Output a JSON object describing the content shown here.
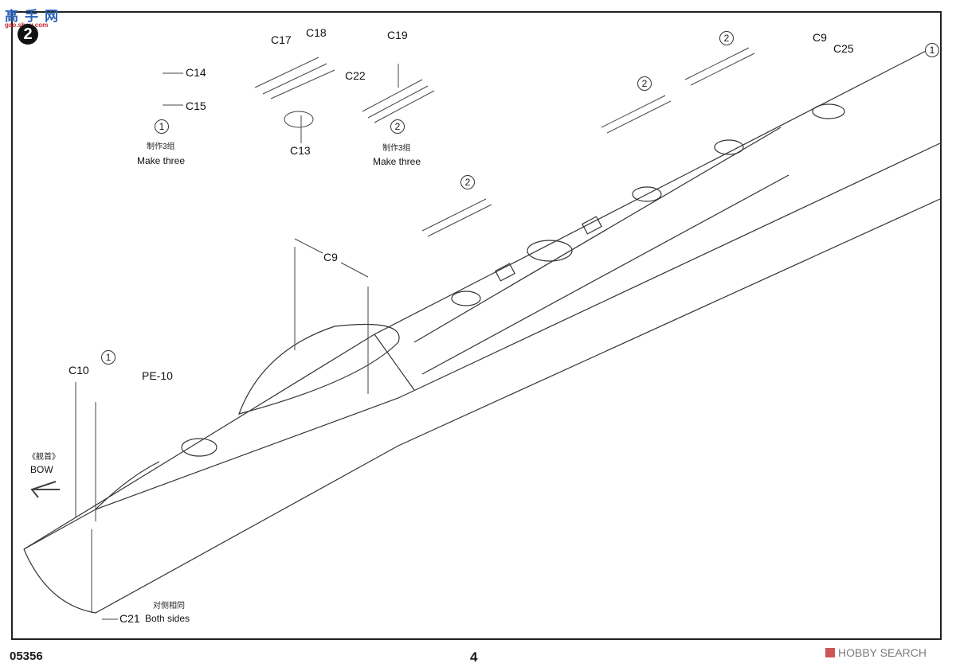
{
  "watermark_top": {
    "brand": "高手网",
    "url": "gao.shou.com"
  },
  "step": {
    "number": "2"
  },
  "parts": {
    "sub1": {
      "c14": "C14",
      "c15": "C15",
      "marker": "1",
      "note_cn": "制作3组",
      "note_en": "Make three"
    },
    "sub_mount": {
      "c17": "C17",
      "c18": "C18",
      "c22": "C22",
      "c13": "C13"
    },
    "sub2": {
      "c19": "C19",
      "marker": "2",
      "note_cn": "制作3组",
      "note_en": "Make three"
    },
    "deck_c9": "C9",
    "top_right": {
      "c9": "C9",
      "c25": "C25",
      "marker_1": "1",
      "marker_2": "2"
    },
    "mid_markers": [
      "2",
      "2"
    ],
    "bow": {
      "c10": "C10",
      "pe10": "PE-10",
      "marker": "1",
      "bow_cn": "《舰首》",
      "bow_en": "BOW"
    },
    "anchor": {
      "c21": "C21",
      "note_cn": "对侧相同",
      "note_en": "Both sides"
    }
  },
  "footer": {
    "code": "05356",
    "page": "4",
    "watermark": "HOBBY SEARCH"
  }
}
